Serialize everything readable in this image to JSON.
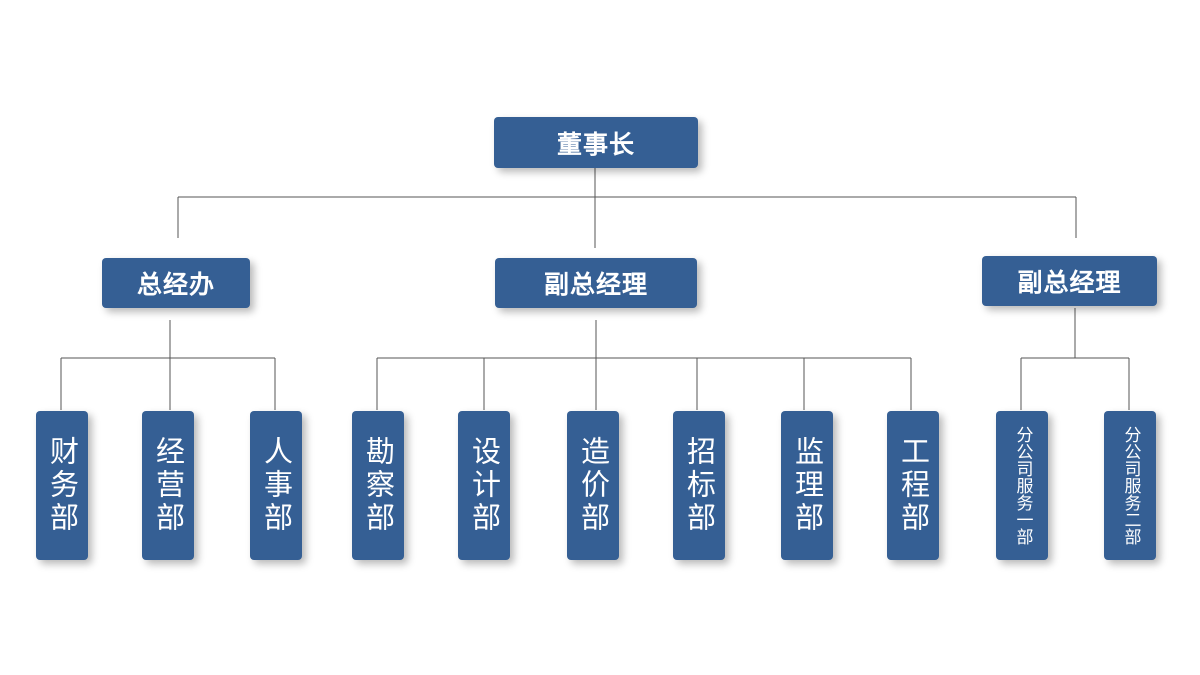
{
  "root": {
    "label": "董事长"
  },
  "managers": [
    {
      "label": "总经办"
    },
    {
      "label": "副总经理"
    },
    {
      "label": "副总经理"
    }
  ],
  "departments": [
    {
      "label": "财务部"
    },
    {
      "label": "经营部"
    },
    {
      "label": "人事部"
    },
    {
      "label": "勘察部"
    },
    {
      "label": "设计部"
    },
    {
      "label": "造价部"
    },
    {
      "label": "招标部"
    },
    {
      "label": "监理部"
    },
    {
      "label": "工程部"
    },
    {
      "label": "分公司服务一部"
    },
    {
      "label": "分公司服务二部"
    }
  ]
}
